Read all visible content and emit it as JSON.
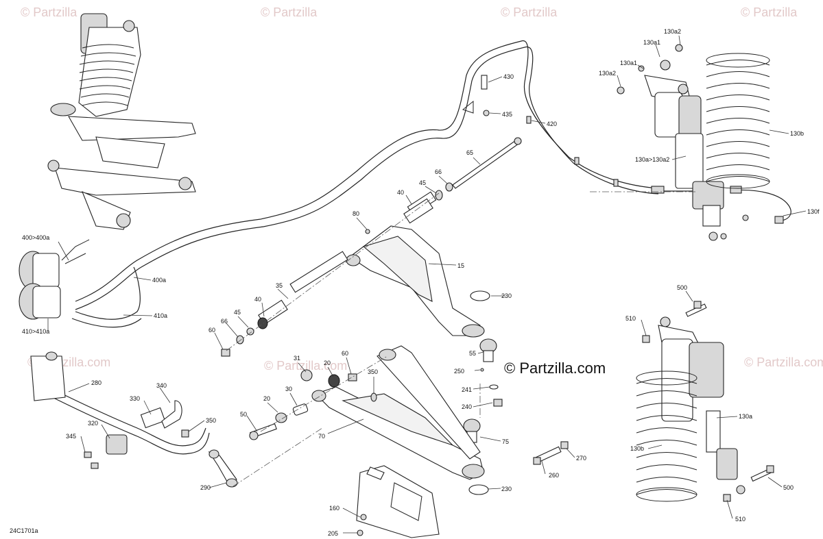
{
  "watermarks": {
    "small": "© Partzilla",
    "small_com": "© Partzilla.com",
    "center": "© Partzilla.com"
  },
  "diagram_code": "24C1701a",
  "labels": {
    "l430": "430",
    "l435": "435",
    "l420": "420",
    "l65": "65",
    "l66a": "66",
    "l45a": "45",
    "l40a": "40",
    "l80": "80",
    "l15": "15",
    "l35": "35",
    "l40b": "40",
    "l45b": "45",
    "l66b": "66",
    "l60a": "60",
    "l230a": "230",
    "l55": "55",
    "l250": "250",
    "l241": "241",
    "l240": "240",
    "l31": "31",
    "l20a": "20",
    "l60b": "60",
    "l350a": "350",
    "l20b": "20",
    "l30": "30",
    "l50": "50",
    "l70": "70",
    "l75": "75",
    "l230b": "230",
    "l160": "160",
    "l205": "205",
    "l280": "280",
    "l340": "340",
    "l330": "330",
    "l320": "320",
    "l345": "345",
    "l350b": "350",
    "l290": "290",
    "l260": "260",
    "l270": "270",
    "l400a400a": "400>400a",
    "l400a": "400a",
    "l410a": "410a",
    "l410a410a": "410>410a",
    "l130a2_top": "130a2",
    "l130a1_top": "130a1",
    "l130a1": "130a1",
    "l130a2": "130a2",
    "l130b_top": "130b",
    "l130a130a2": "130a>130a2",
    "l130f": "130f",
    "l500_top": "500",
    "l510_top": "510",
    "l130a": "130a",
    "l130b": "130b",
    "l500_bot": "500",
    "l510_bot": "510"
  }
}
